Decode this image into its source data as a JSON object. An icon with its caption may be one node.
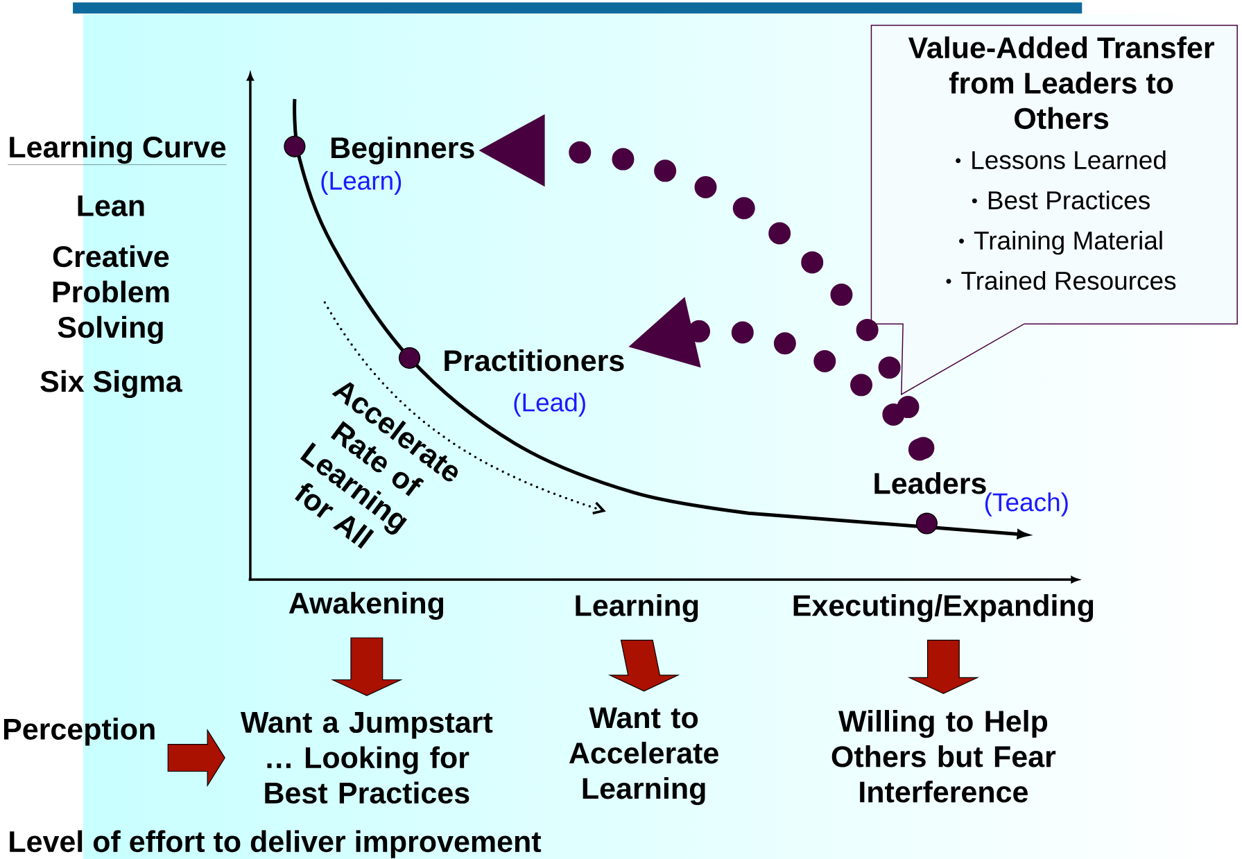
{
  "diagram": {
    "nodes": [
      {
        "text": [
          "Value-Added Transfer from Leaders to Others",
          "Lessons Learned",
          "Best Practices",
          "Training Material",
          "Trained Resources"
        ]
      },
      {
        "text": [
          "Beginners"
        ],
        "beside": [
          "(Learn)"
        ]
      },
      {
        "text": [
          "Practitioners"
        ],
        "beside": [
          "(Lead)"
        ]
      },
      {
        "text": [
          "Leaders"
        ],
        "beside": [
          "(Teach)"
        ]
      },
      {
        "text": [
          "Perception"
        ]
      },
      {
        "text": [
          "Awakening"
        ]
      },
      {
        "text": [
          "Learning"
        ]
      },
      {
        "text": [
          "Executing/Expanding"
        ]
      },
      {
        "text": [
          "Want a Jumpstart … Looking for Best Practices"
        ]
      },
      {
        "text": [
          "Want to Accelerate Learning"
        ]
      },
      {
        "text": [
          "Willing to Help Others but Fear Interference"
        ]
      }
    ],
    "edges": [
      {
        "from": 3,
        "to": 1,
        "arrow": "to",
        "color": "#48003f"
      },
      {
        "from": 3,
        "to": 2,
        "arrow": "to",
        "color": "#48003f"
      },
      {
        "from": 4,
        "to": 8,
        "arrow": "to"
      },
      {
        "from": 5,
        "to": 8,
        "arrow": "to"
      },
      {
        "from": 6,
        "to": 9,
        "arrow": "to"
      },
      {
        "from": 7,
        "to": 10,
        "arrow": "to"
      }
    ],
    "labels": [
      "Learning Curve",
      "Lean",
      "Creative Problem Solving",
      "Six Sigma",
      "Accelerate Rate of Learning for All",
      "Level of effort to deliver improvement"
    ]
  }
}
